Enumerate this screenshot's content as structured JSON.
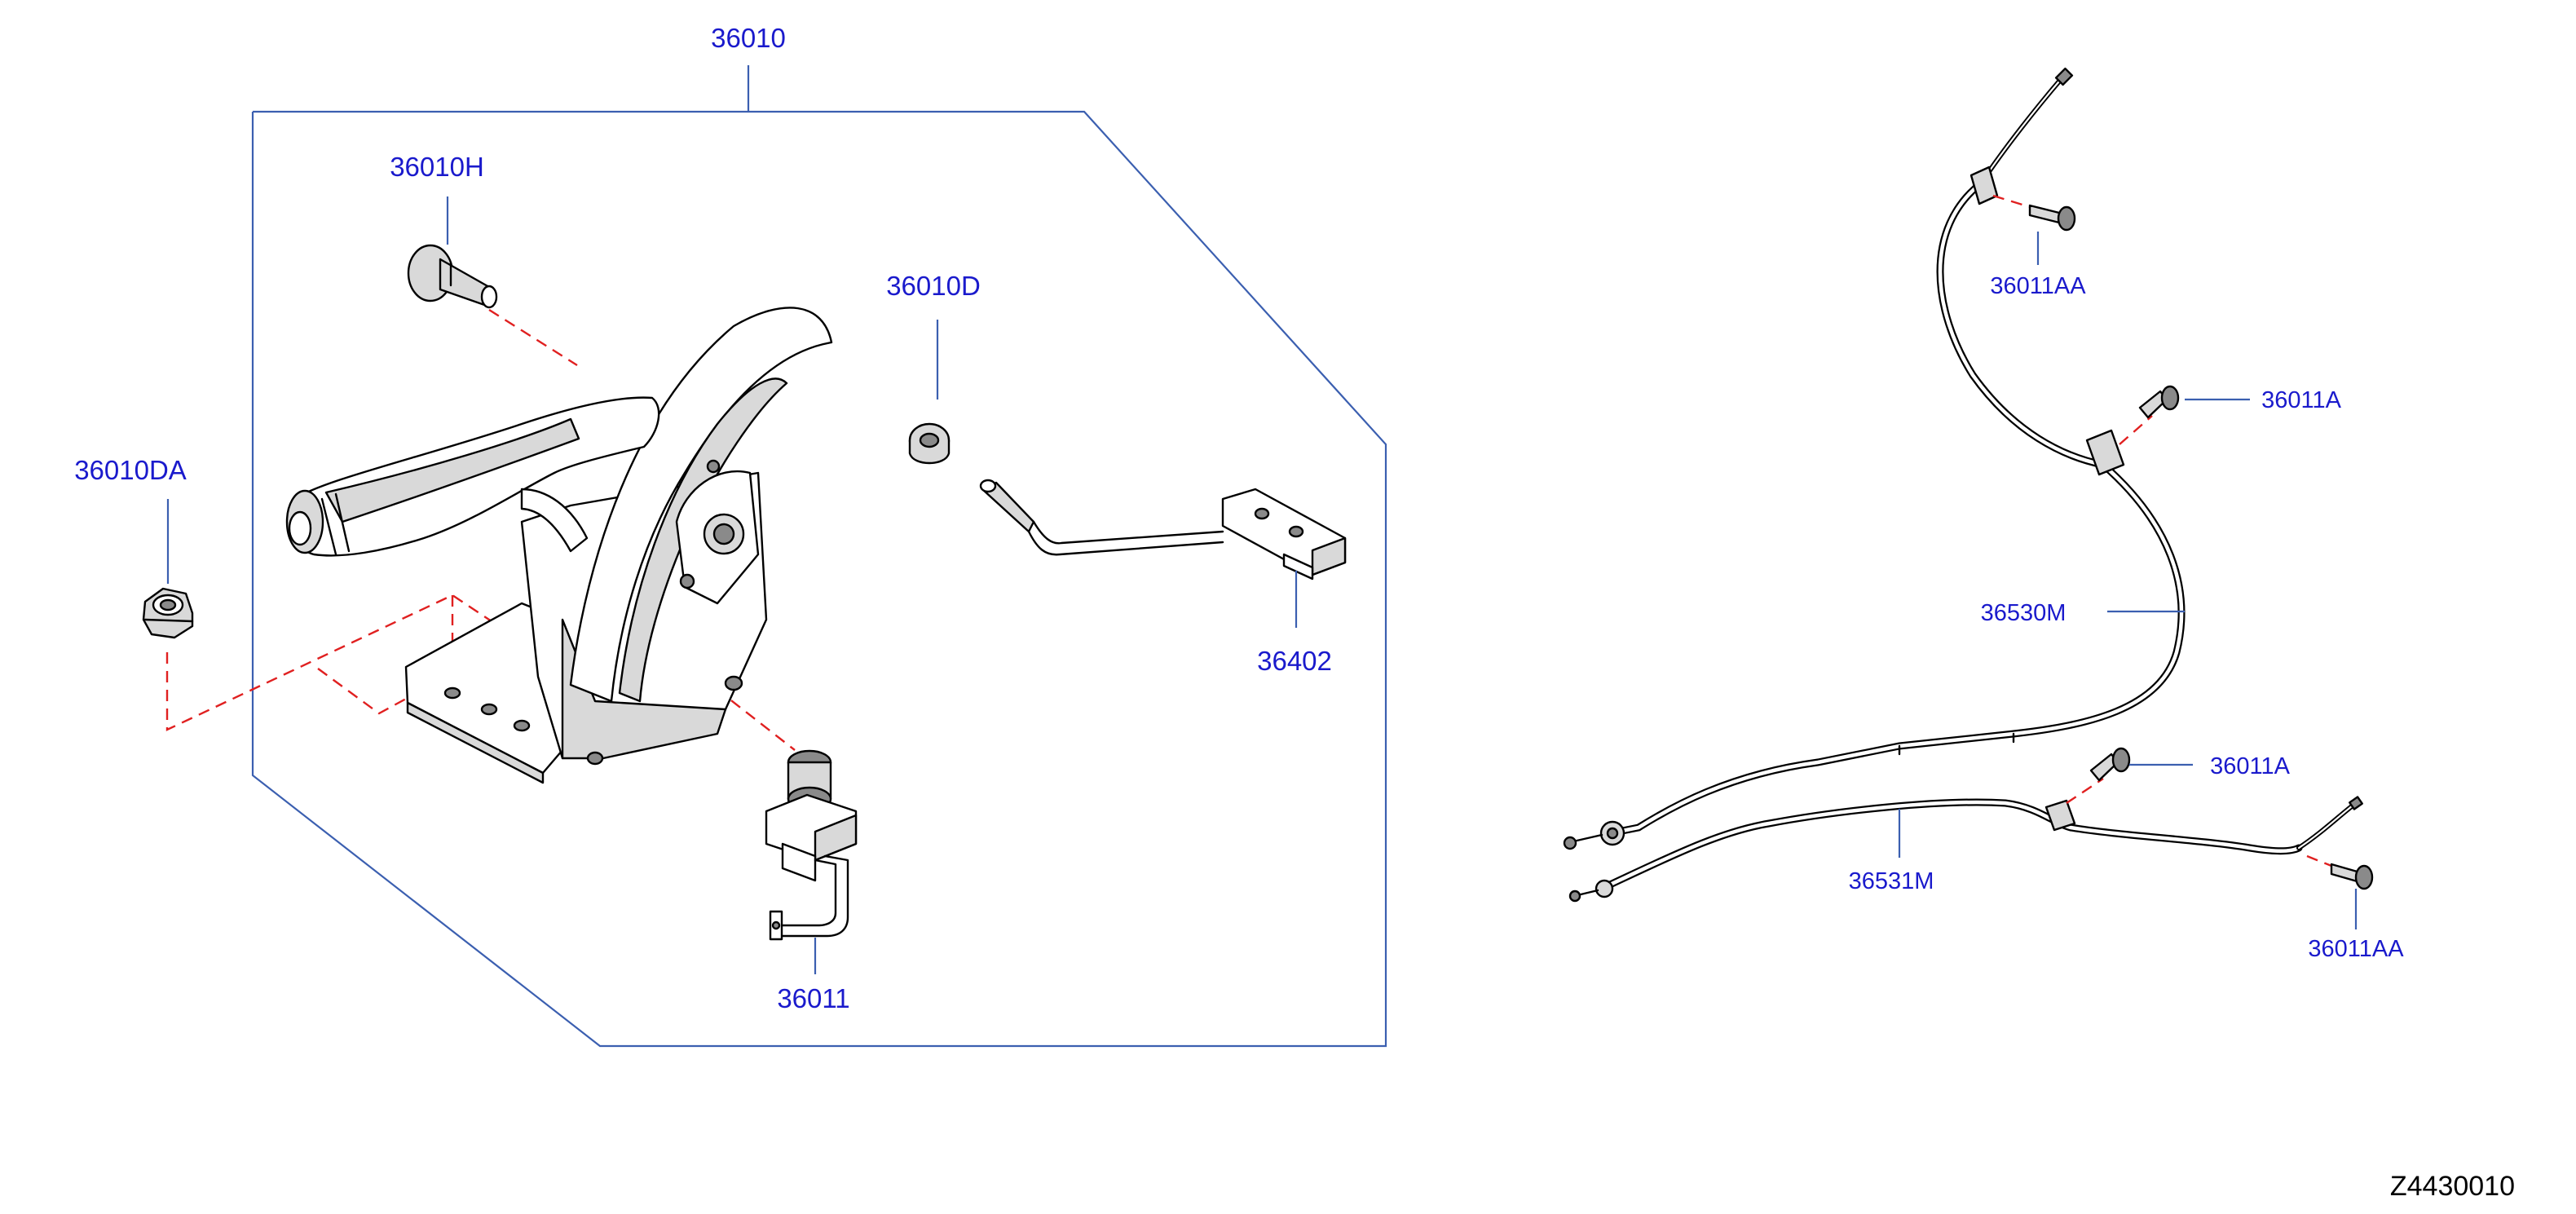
{
  "diagram": {
    "drawing_code": "Z4430010",
    "colors": {
      "label": "#1a1acc",
      "leader": "#3b5fb0",
      "dashed_guide": "#e02020",
      "outline": "#000000"
    },
    "labels": {
      "assembly": "36010",
      "bolt": "36010H",
      "nut_left": "36010DA",
      "bushing": "36010D",
      "switch": "36011",
      "bracket_rod": "36402",
      "bolt_top": "36011AA",
      "bolt_mid": "36011A",
      "front_cable": "36530M",
      "bolt_lower": "36011A",
      "rear_cable": "36531M",
      "bolt_bottom": "36011AA"
    }
  }
}
